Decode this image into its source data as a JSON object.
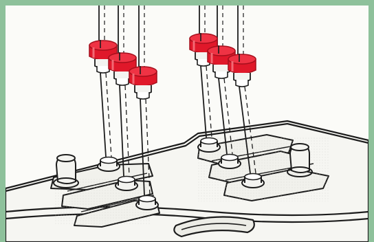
{
  "figure": {
    "subject": "battery-cell-hydrometer-caps-illustration",
    "colors": {
      "frame": "#8ec19b",
      "background": "#fbfbf8",
      "cap_red": "#e0182a",
      "cap_dark_red": "#a50f1c",
      "outline": "#1c1c1c",
      "fill_light": "#f3f3f0",
      "shadow": "#d9d9d4"
    },
    "caps": [
      {
        "id": "cap-1",
        "group": "left"
      },
      {
        "id": "cap-2",
        "group": "left"
      },
      {
        "id": "cap-3",
        "group": "left"
      },
      {
        "id": "cap-4",
        "group": "right"
      },
      {
        "id": "cap-5",
        "group": "right"
      },
      {
        "id": "cap-6",
        "group": "right"
      }
    ],
    "terminals": [
      "negative-terminal",
      "positive-terminal"
    ]
  }
}
